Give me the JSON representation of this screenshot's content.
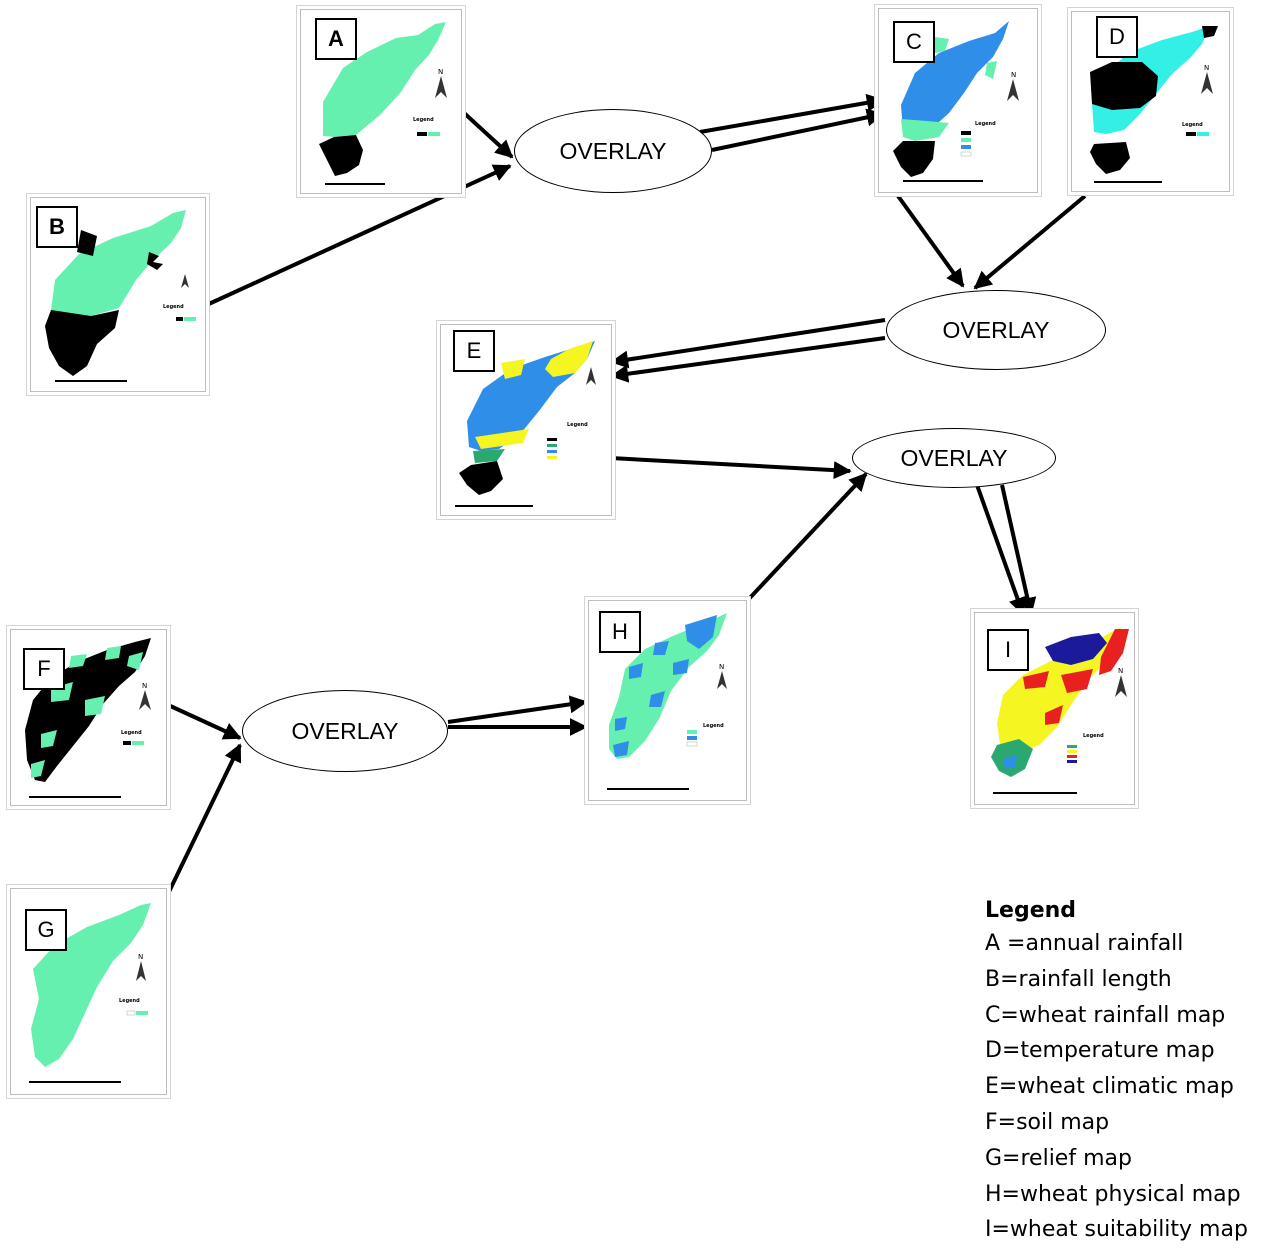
{
  "nodes": [
    {
      "id": "A",
      "label": "A"
    },
    {
      "id": "B",
      "label": "B"
    },
    {
      "id": "C",
      "label": "C"
    },
    {
      "id": "D",
      "label": "D"
    },
    {
      "id": "E",
      "label": "E"
    },
    {
      "id": "F",
      "label": "F"
    },
    {
      "id": "G",
      "label": "G"
    },
    {
      "id": "H",
      "label": "H"
    },
    {
      "id": "I",
      "label": "I"
    }
  ],
  "operations": {
    "op1": "OVERLAY",
    "op2": "OVERLAY",
    "op3": "OVERLAY",
    "op4": "OVERLAY"
  },
  "edges": [
    {
      "from": "A",
      "to": "op1"
    },
    {
      "from": "B",
      "to": "op1"
    },
    {
      "from": "op1",
      "to": "C"
    },
    {
      "from": "C",
      "to": "op2"
    },
    {
      "from": "D",
      "to": "op2"
    },
    {
      "from": "op2",
      "to": "E"
    },
    {
      "from": "E",
      "to": "op3"
    },
    {
      "from": "F",
      "to": "op4"
    },
    {
      "from": "G",
      "to": "op4"
    },
    {
      "from": "op4",
      "to": "H"
    },
    {
      "from": "H",
      "to": "op3"
    },
    {
      "from": "op3",
      "to": "I"
    }
  ],
  "legend": {
    "title": "Legend",
    "items": [
      "A =annual rainfall",
      "B=rainfall length",
      "C=wheat rainfall map",
      "D=temperature map",
      "E=wheat climatic map",
      "F=soil map",
      "G=relief map",
      "H=wheat physical map",
      "I=wheat suitability map"
    ]
  },
  "colors": {
    "aquamarine": "#66f0b0",
    "black": "#000000",
    "blue": "#2e8ee8",
    "cyan": "#33f0e6",
    "yellow": "#f5f522",
    "red": "#e82020",
    "navy": "#1a1a9a",
    "green": "#2aa870"
  }
}
